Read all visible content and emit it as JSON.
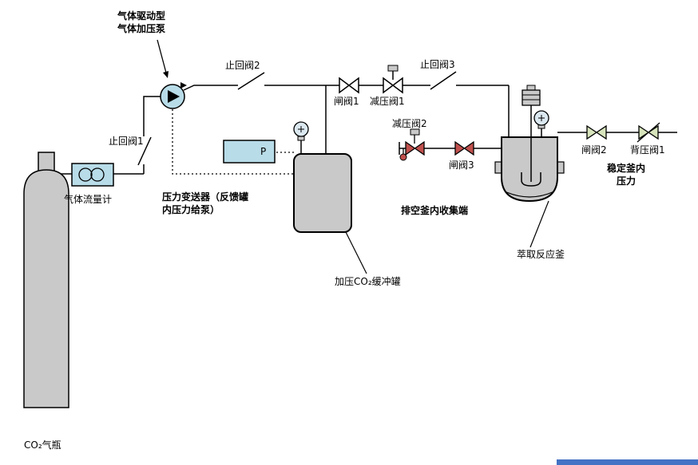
{
  "colors": {
    "line": "#000000",
    "equipment_fill": "#c9c9c9",
    "instrument_fill": "#b8dce8",
    "gauge_fill": "#dbe8f0",
    "red_valve": "#c0504d",
    "green_valve": "#d7e4bc",
    "accent_strip": "#4472c4",
    "background": "#ffffff"
  },
  "labels": {
    "pump": "气体驱动型\n气体加压泵",
    "check_valve_1": "止回阀1",
    "check_valve_2": "止回阀2",
    "check_valve_3": "止回阀3",
    "flow_meter": "气体流量计",
    "transmitter": "压力变送器（反馈罐\n内压力给泵）",
    "transmitter_tag": "P",
    "buffer_tank": "加压CO₂缓冲罐",
    "gate_valve_1": "闸阀1",
    "gate_valve_2": "闸阀2",
    "gate_valve_3": "闸阀3",
    "reducing_valve_1": "减压阀1",
    "reducing_valve_2": "减压阀2",
    "vent_collection": "排空釜内收集端",
    "extraction_vessel": "萃取反应釜",
    "back_pressure_valve_1": "背压阀1",
    "stable_pressure": "稳定釜内\n压力",
    "cylinder": "CO₂气瓶"
  }
}
